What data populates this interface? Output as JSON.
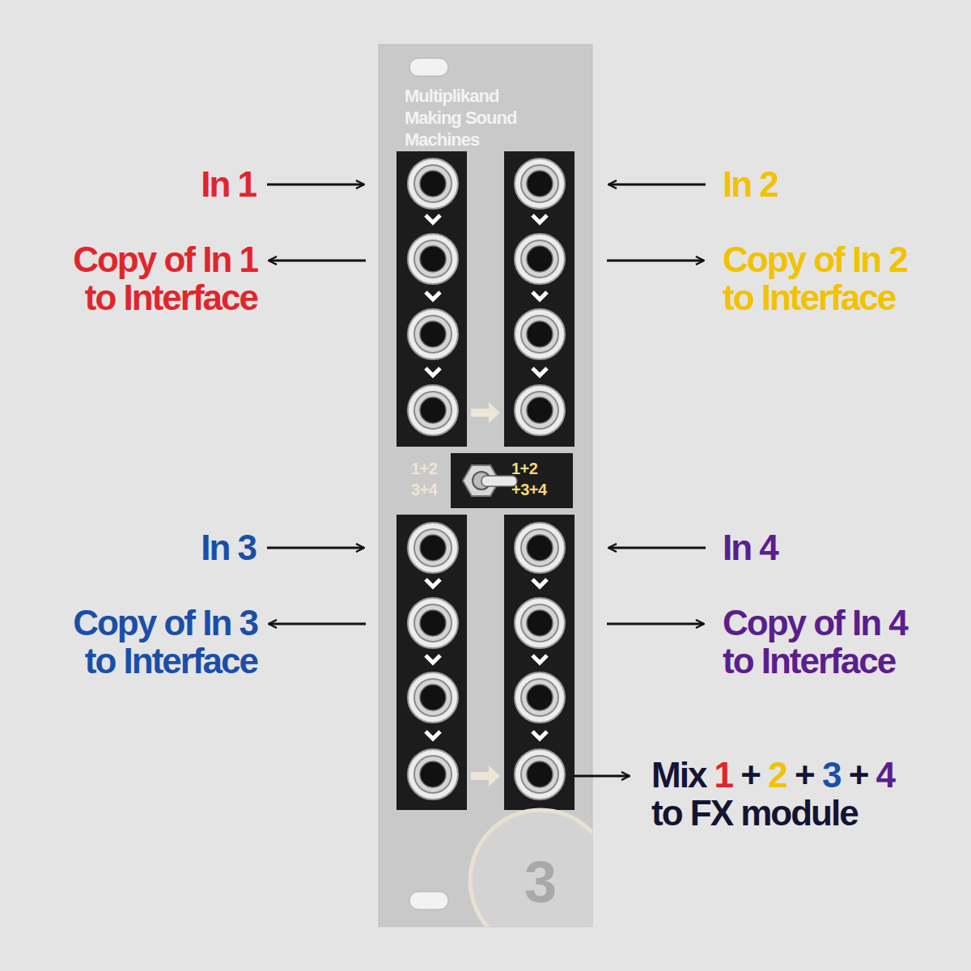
{
  "diagram": {
    "nodes": [
      {
        "text": [
          "Multiplikand Making Sound Machines"
        ]
      },
      {
        "text": [
          "1+2 +3+4"
        ],
        "in": 0
      },
      {
        "text": [
          "3"
        ],
        "in": 0
      }
    ],
    "labels": [
      "In 1",
      "Copy of In 1 to Interface",
      "In 2",
      "Copy of In 2 to Interface",
      "1+2 3+4",
      "In 3",
      "Copy of In 3 to Interface",
      "In 4",
      "Copy of In 4 to Interface",
      "Mix 1 + 2 + 3 + 4 to FX module"
    ]
  }
}
